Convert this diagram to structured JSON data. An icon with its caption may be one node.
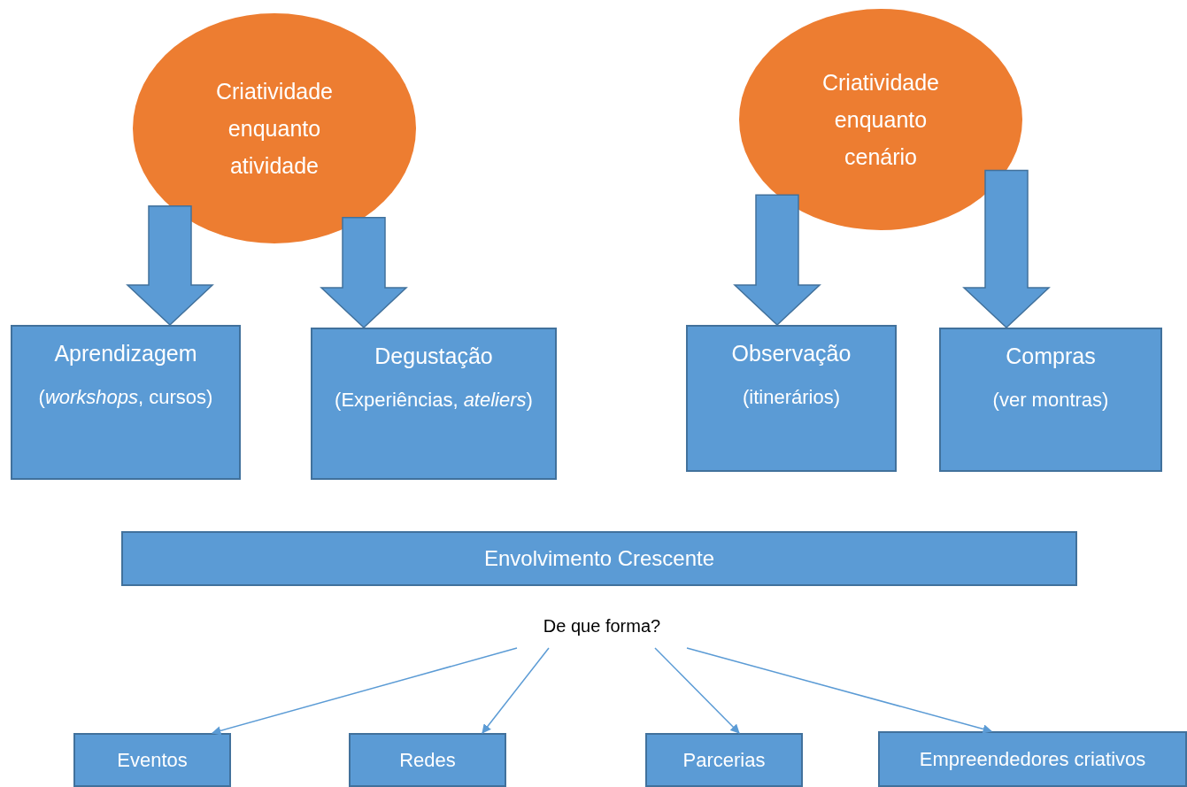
{
  "diagram": {
    "nodes": [
      {
        "text": [
          "Criatividade enquanto atividade"
        ]
      },
      {
        "text": [
          "Criatividade enquanto cenário"
        ]
      },
      {
        "text": [
          "Aprendizagem",
          "(*workshops*, cursos)"
        ]
      },
      {
        "text": [
          "Degustação",
          "(Experiências, *ateliers*)"
        ]
      },
      {
        "text": [
          "Observação",
          "(itinerários)"
        ]
      },
      {
        "text": [
          "Compras",
          "(ver montras)"
        ]
      },
      {
        "text": [
          "Envolvimento Crescente"
        ]
      },
      {
        "text": [
          "De que forma?"
        ]
      },
      {
        "text": [
          "Eventos"
        ]
      },
      {
        "text": [
          "Redes"
        ]
      },
      {
        "text": [
          "Parcerias"
        ]
      },
      {
        "text": [
          "Empreendedores criativos"
        ]
      }
    ],
    "edges": [
      {
        "from": 0,
        "to": 2,
        "arrow": "to",
        "style": "thick"
      },
      {
        "from": 0,
        "to": 3,
        "arrow": "to",
        "style": "thick"
      },
      {
        "from": 1,
        "to": 4,
        "arrow": "to",
        "style": "thick"
      },
      {
        "from": 1,
        "to": 5,
        "arrow": "to",
        "style": "thick"
      },
      {
        "from": 7,
        "to": 8,
        "arrow": "to"
      },
      {
        "from": 7,
        "to": 9,
        "arrow": "to"
      },
      {
        "from": 7,
        "to": 10,
        "arrow": "to"
      },
      {
        "from": 7,
        "to": 11,
        "arrow": "to"
      }
    ]
  }
}
